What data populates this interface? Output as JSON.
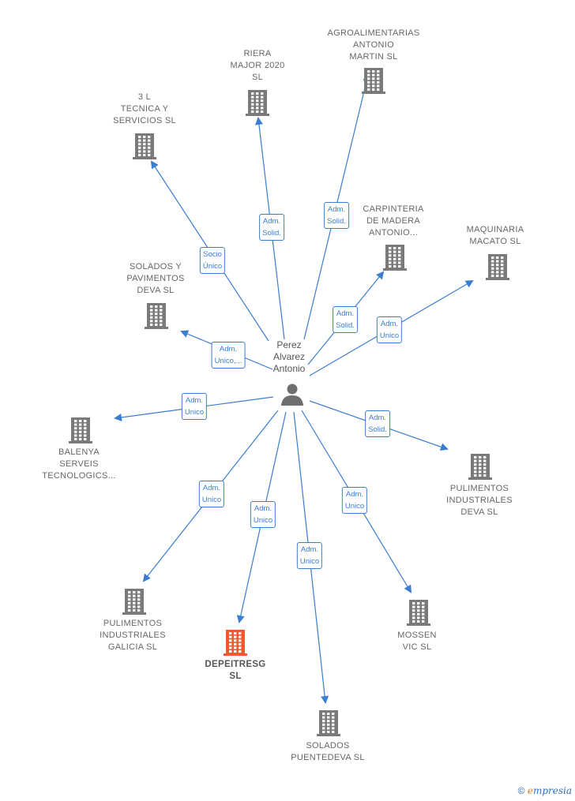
{
  "person": {
    "name": "Perez\nAlvarez\nAntonio",
    "icon": "person-icon"
  },
  "colors": {
    "edge": "#3a7dd1",
    "building": "#7a7a7a",
    "highlight": "#ef5a2e",
    "text": "#666666"
  },
  "companies": [
    {
      "id": "agroalimentarias",
      "name": "AGROALIMENTARIAS\nANTONIO\nMARTIN  SL",
      "icon": "building-icon"
    },
    {
      "id": "riera",
      "name": "RIERA\nMAJOR 2020\nSL",
      "icon": "building-icon"
    },
    {
      "id": "3l",
      "name": "3 L\nTECNICA Y\nSERVICIOS  SL",
      "icon": "building-icon"
    },
    {
      "id": "carpinteria",
      "name": "CARPINTERIA\nDE MADERA\nANTONIO...",
      "icon": "building-icon"
    },
    {
      "id": "maquinaria",
      "name": "MAQUINARIA\nMACATO  SL",
      "icon": "building-icon"
    },
    {
      "id": "solados-pav",
      "name": "SOLADOS Y\nPAVIMENTOS\nDEVA  SL",
      "icon": "building-icon"
    },
    {
      "id": "balenya",
      "name": "BALENYA\nSERVEIS\nTECNOLOGICS...",
      "icon": "building-icon"
    },
    {
      "id": "pulimentos-deva",
      "name": "PULIMENTOS\nINDUSTRIALES\nDEVA  SL",
      "icon": "building-icon"
    },
    {
      "id": "pulimentos-galicia",
      "name": "PULIMENTOS\nINDUSTRIALES\nGALICIA SL",
      "icon": "building-icon"
    },
    {
      "id": "depeitresg",
      "name": "DEPEITRESG\nSL",
      "icon": "building-icon",
      "highlight": true
    },
    {
      "id": "mossen",
      "name": "MOSSEN\nVIC  SL",
      "icon": "building-icon"
    },
    {
      "id": "solados-puentedeva",
      "name": "SOLADOS\nPUENTEDEVA SL",
      "icon": "building-icon"
    }
  ],
  "relations": [
    {
      "to": "agroalimentarias",
      "label": "Adm.\nSolid."
    },
    {
      "to": "riera",
      "label": "Adm.\nSolid."
    },
    {
      "to": "3l",
      "label": "Socio\nÚnico"
    },
    {
      "to": "carpinteria",
      "label": "Adm.\nSolid."
    },
    {
      "to": "maquinaria",
      "label": "Adm.\nUnico"
    },
    {
      "to": "solados-pav",
      "label": "Adm.\nUnico,..."
    },
    {
      "to": "balenya",
      "label": "Adm.\nUnico"
    },
    {
      "to": "pulimentos-deva",
      "label": "Adm.\nSolid."
    },
    {
      "to": "pulimentos-galicia",
      "label": "Adm.\nUnico"
    },
    {
      "to": "depeitresg",
      "label": "Adm.\nUnico"
    },
    {
      "to": "mossen",
      "label": "Adm.\nUnico"
    },
    {
      "to": "solados-puentedeva",
      "label": "Adm.\nUnico"
    }
  ],
  "footer": {
    "copyright": "©",
    "brand_initial": "e",
    "brand_rest": "mpresia"
  }
}
